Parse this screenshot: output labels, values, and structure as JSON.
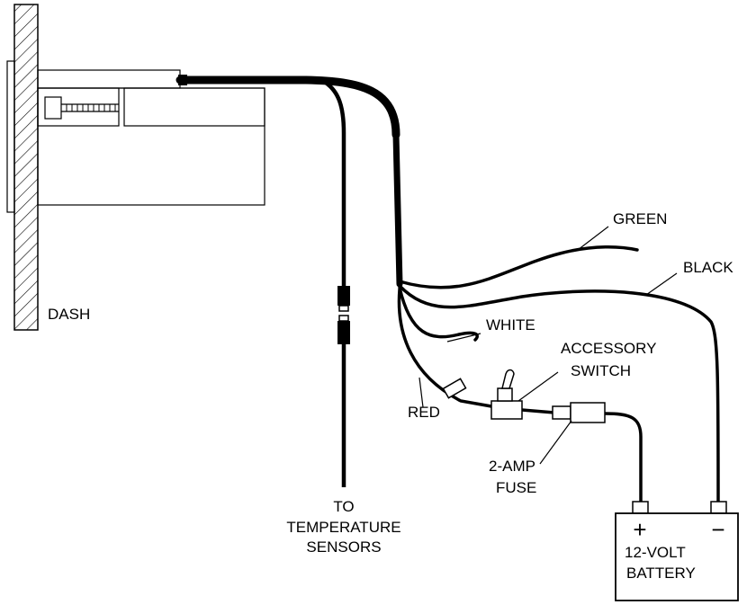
{
  "labels": {
    "dash": "DASH",
    "green": "GREEN",
    "black": "BLACK",
    "white": "WHITE",
    "red": "RED",
    "accessory_switch_line1": "ACCESSORY",
    "accessory_switch_line2": "SWITCH",
    "fuse_line1": "2-AMP",
    "fuse_line2": "FUSE",
    "sensors_line1": "TO",
    "sensors_line2": "TEMPERATURE",
    "sensors_line3": "SENSORS",
    "battery_line1": "12-VOLT",
    "battery_line2": "BATTERY",
    "battery_plus": "+",
    "battery_minus": "−"
  }
}
